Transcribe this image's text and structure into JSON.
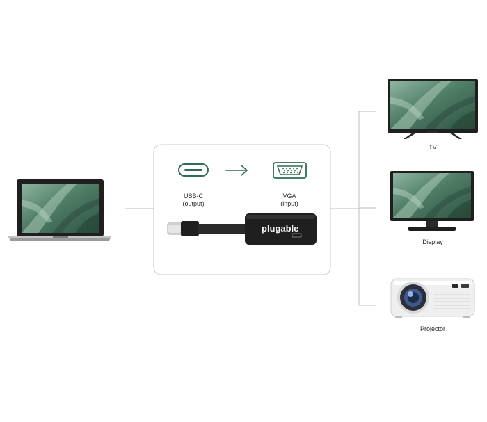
{
  "colors": {
    "accent_green": "#2f6b52",
    "connector_line": "#bdbdbd",
    "panel_border": "#c9c9c9",
    "device_dark": "#1f1f1f",
    "screen_green": "#5d8a73"
  },
  "source": {
    "name": "laptop"
  },
  "adapter": {
    "usb_c": {
      "label": "USB-C",
      "sub": "(output)",
      "icon": "usb-c-port-icon"
    },
    "vga": {
      "label": "VGA",
      "sub": "(input)",
      "icon": "vga-port-icon"
    },
    "arrow_icon": "right-arrow-icon",
    "brand": "plugable"
  },
  "outputs": [
    {
      "id": "tv",
      "label": "TV"
    },
    {
      "id": "display",
      "label": "Display"
    },
    {
      "id": "projector",
      "label": "Projector"
    }
  ]
}
